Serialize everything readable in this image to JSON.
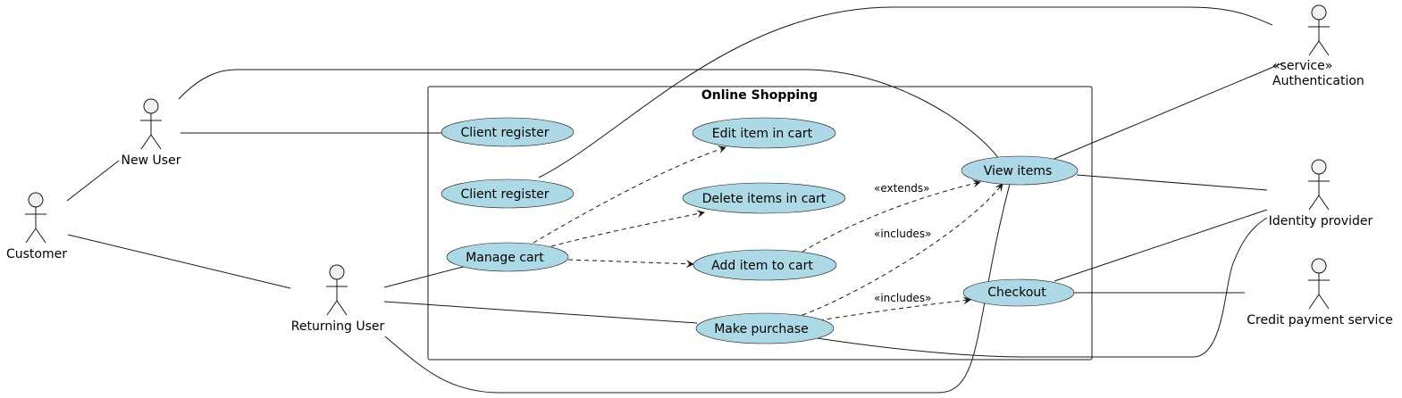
{
  "diagram": {
    "system_title": "Online Shopping",
    "colors": {
      "usecase_fill": "#ADD8E6",
      "actor_fill": "#F1F1F1",
      "line": "#181818"
    }
  },
  "actors": {
    "customer": "Customer",
    "new_user": "New User",
    "returning_user": "Returning User",
    "authentication": "Authentication",
    "authentication_stereotype": "«service»",
    "identity_provider": "Identity provider",
    "credit_payment": "Credit payment service"
  },
  "use_cases": {
    "client_register_1": "Client register",
    "client_register_2": "Client register",
    "manage_cart": "Manage cart",
    "edit_item": "Edit item in cart",
    "delete_items": "Delete items in cart",
    "add_item": "Add item to cart",
    "make_purchase": "Make purchase",
    "view_items": "View items",
    "checkout": "Checkout"
  },
  "relations": {
    "extends": "«extends»",
    "includes_add": "«includes»",
    "includes_checkout": "«includes»"
  }
}
